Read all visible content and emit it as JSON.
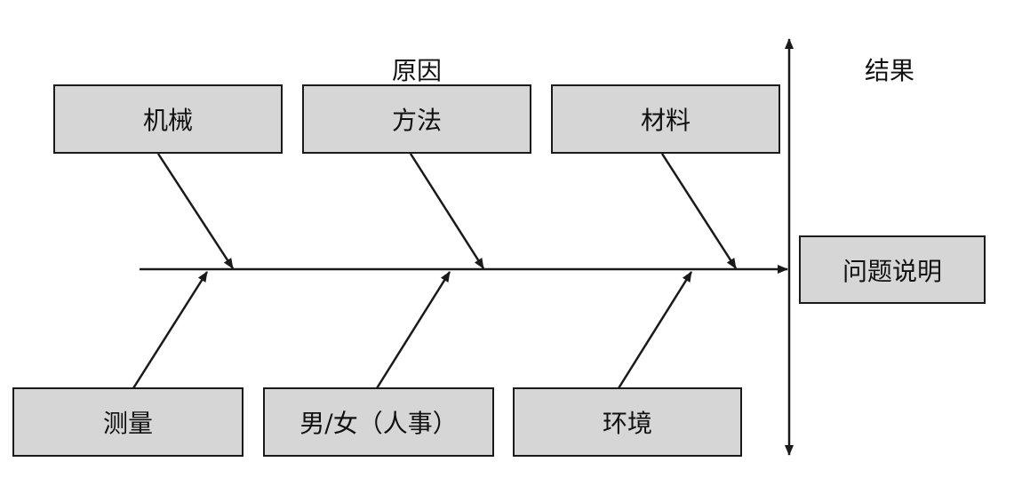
{
  "header": {
    "causes_label": "原因",
    "effect_label": "结果"
  },
  "causes": {
    "top": [
      {
        "label": "机械"
      },
      {
        "label": "方法"
      },
      {
        "label": "材料"
      }
    ],
    "bottom": [
      {
        "label": "测量"
      },
      {
        "label": "男/女（人事）"
      },
      {
        "label": "环境"
      }
    ]
  },
  "effect": {
    "label": "问题说明"
  },
  "colors": {
    "box_fill": "#d6d6d6",
    "stroke": "#1a1a1a",
    "text": "#111111"
  }
}
